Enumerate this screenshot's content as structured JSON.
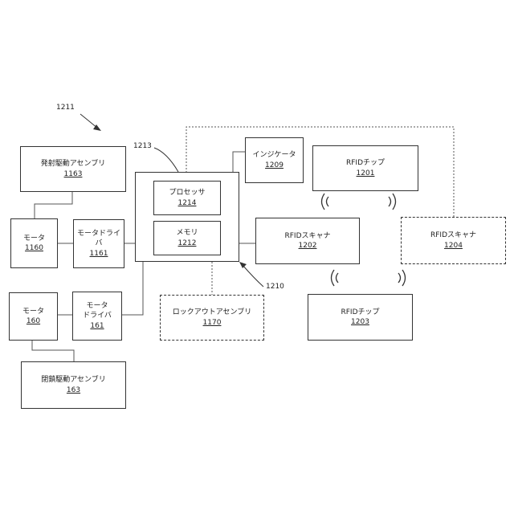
{
  "labels": {
    "figure_ref": "1211",
    "controller_ref": "1213",
    "controller_bottom_ref": "1210"
  },
  "blocks": {
    "launch_drive": {
      "name": "発射駆動アセンブリ",
      "ref": "1163"
    },
    "motor_1160": {
      "name": "モータ",
      "ref": "1160"
    },
    "motor_driver_1161": {
      "name": "モータドライバ",
      "ref": "1161"
    },
    "motor_160": {
      "name": "モータ",
      "ref": "160"
    },
    "motor_driver_161": {
      "name_line1": "モータ",
      "name_line2": "ドライバ",
      "ref": "161"
    },
    "closing_drive": {
      "name": "閉鎖駆動アセンブリ",
      "ref": "163"
    },
    "processor": {
      "name": "プロセッサ",
      "ref": "1214"
    },
    "memory": {
      "name": "メモリ",
      "ref": "1212"
    },
    "indicator": {
      "name": "インジケータ",
      "ref": "1209"
    },
    "rfid_chip_1201": {
      "name": "RFIDチップ",
      "ref": "1201"
    },
    "rfid_scanner_1202": {
      "name": "RFIDスキャナ",
      "ref": "1202"
    },
    "rfid_scanner_1204": {
      "name": "RFIDスキャナ",
      "ref": "1204"
    },
    "lockout": {
      "name": "ロックアウトアセンブリ",
      "ref": "1170"
    },
    "rfid_chip_1203": {
      "name": "RFIDチップ",
      "ref": "1203"
    }
  }
}
